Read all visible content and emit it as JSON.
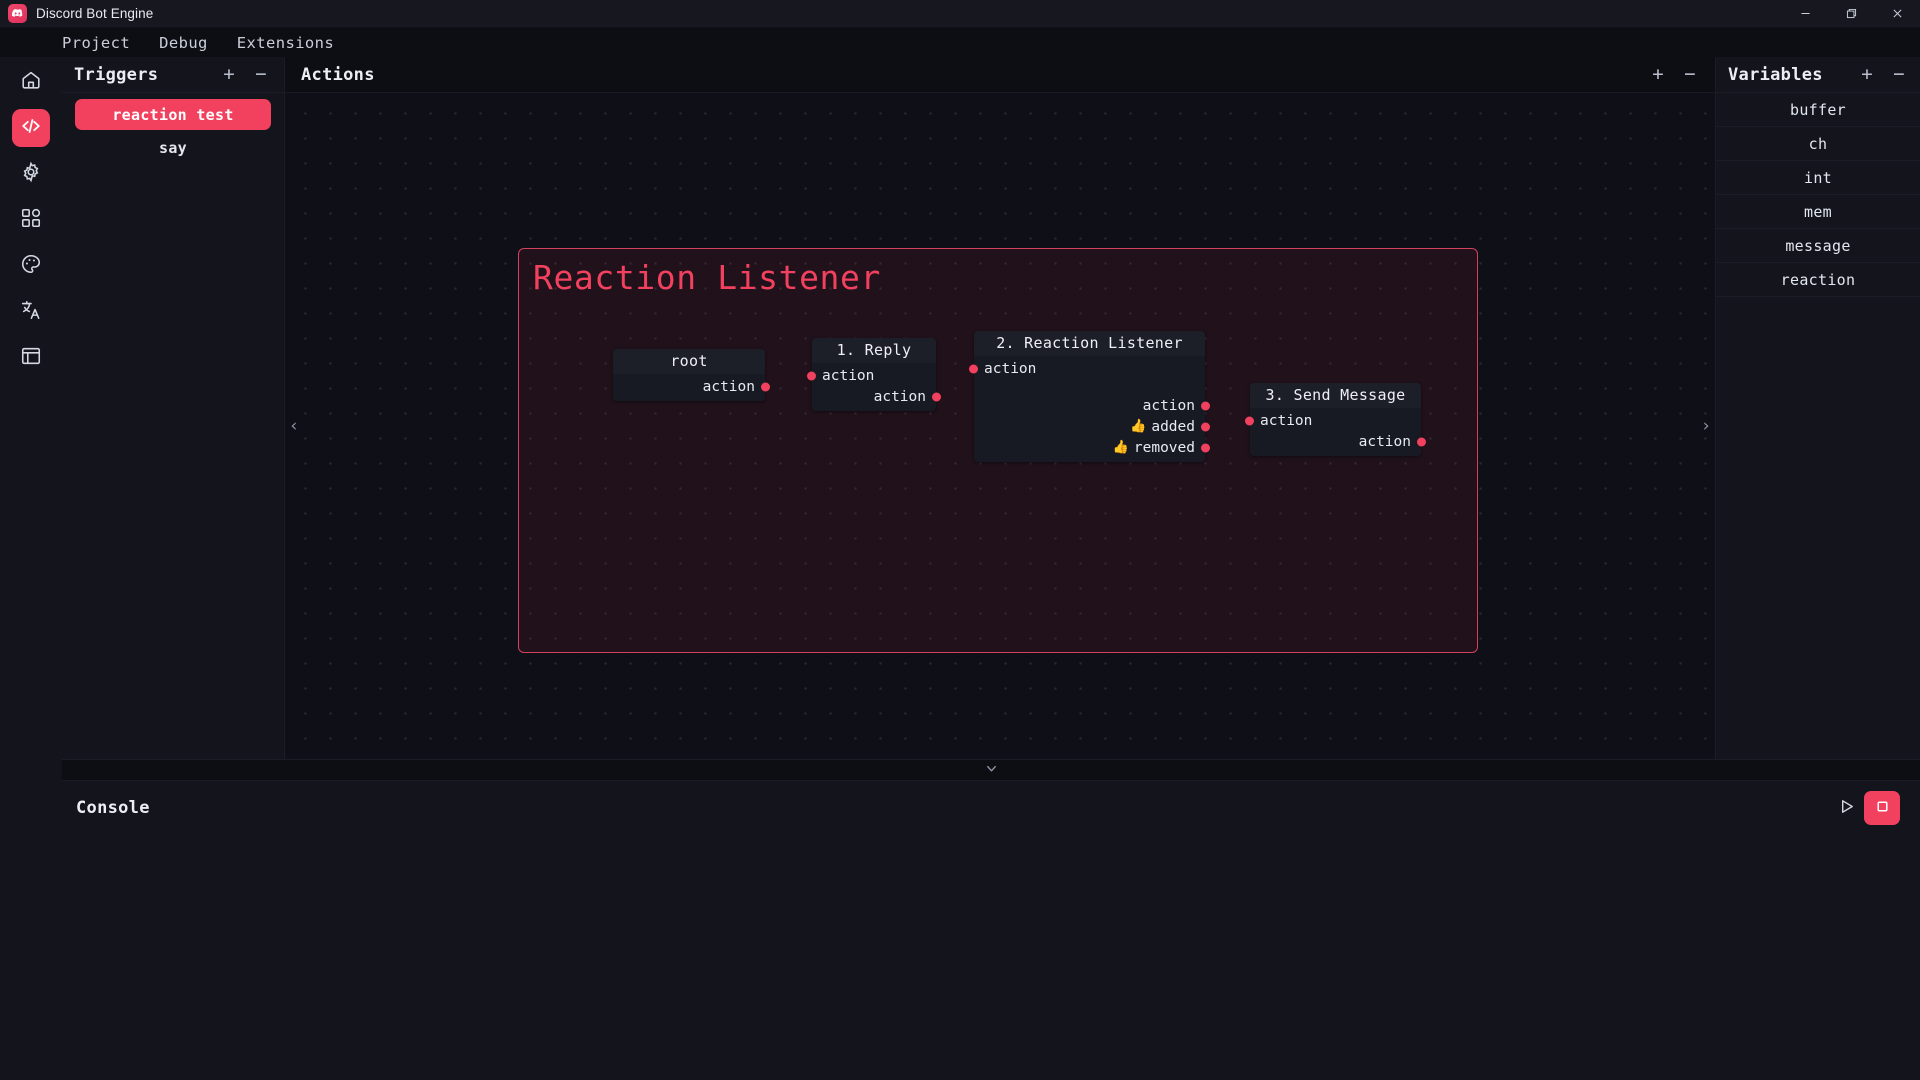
{
  "window": {
    "title": "Discord Bot Engine",
    "logo_icon": "discord-icon",
    "minimize_icon": "minimize-icon",
    "maximize_icon": "maximize-icon",
    "close_icon": "close-icon"
  },
  "menubar": {
    "items": [
      {
        "label": "Project"
      },
      {
        "label": "Debug"
      },
      {
        "label": "Extensions"
      }
    ]
  },
  "rail": {
    "items": [
      {
        "icon": "home-icon",
        "active": false
      },
      {
        "icon": "code-icon",
        "active": true
      },
      {
        "icon": "gear-icon",
        "active": false
      },
      {
        "icon": "blocks-icon",
        "active": false
      },
      {
        "icon": "palette-icon",
        "active": false
      },
      {
        "icon": "translate-icon",
        "active": false
      },
      {
        "icon": "library-icon",
        "active": false
      }
    ]
  },
  "triggers": {
    "title": "Triggers",
    "add_label": "+",
    "remove_label": "−",
    "items": [
      {
        "label": "reaction test",
        "selected": true
      },
      {
        "label": "say",
        "selected": false
      }
    ]
  },
  "actions": {
    "title": "Actions",
    "add_label": "+",
    "remove_label": "−",
    "collapse_left_icon": "chevron-left-icon",
    "collapse_right_icon": "chevron-right-icon",
    "group": {
      "title": "Reaction Listener"
    },
    "nodes": [
      {
        "id": "root",
        "title": "root",
        "inputs": [],
        "outputs": [
          {
            "label": "action"
          }
        ]
      },
      {
        "id": "reply",
        "title": "1. Reply",
        "inputs": [
          {
            "label": "action"
          }
        ],
        "outputs": [
          {
            "label": "action"
          }
        ]
      },
      {
        "id": "reaction-listener",
        "title": "2. Reaction Listener",
        "inputs": [
          {
            "label": "action"
          }
        ],
        "outputs": [
          {
            "label": "action",
            "emoji": ""
          },
          {
            "label": "added",
            "emoji": "👍"
          },
          {
            "label": "removed",
            "emoji": "👍"
          }
        ]
      },
      {
        "id": "send-message",
        "title": "3. Send Message",
        "inputs": [
          {
            "label": "action"
          }
        ],
        "outputs": [
          {
            "label": "action"
          }
        ]
      }
    ]
  },
  "variables": {
    "title": "Variables",
    "add_label": "+",
    "remove_label": "−",
    "items": [
      {
        "label": "buffer"
      },
      {
        "label": "ch"
      },
      {
        "label": "int"
      },
      {
        "label": "mem"
      },
      {
        "label": "message"
      },
      {
        "label": "reaction"
      }
    ]
  },
  "console": {
    "title": "Console",
    "expand_icon": "chevron-down-icon",
    "run_icon": "play-icon",
    "stop_icon": "stop-icon",
    "output": ""
  },
  "colors": {
    "accent": "#f2415f",
    "background": "#0d0e14",
    "panel": "#14151c",
    "canvas": "#0f1017",
    "node": "#181a23",
    "text": "#e7eaf1"
  }
}
